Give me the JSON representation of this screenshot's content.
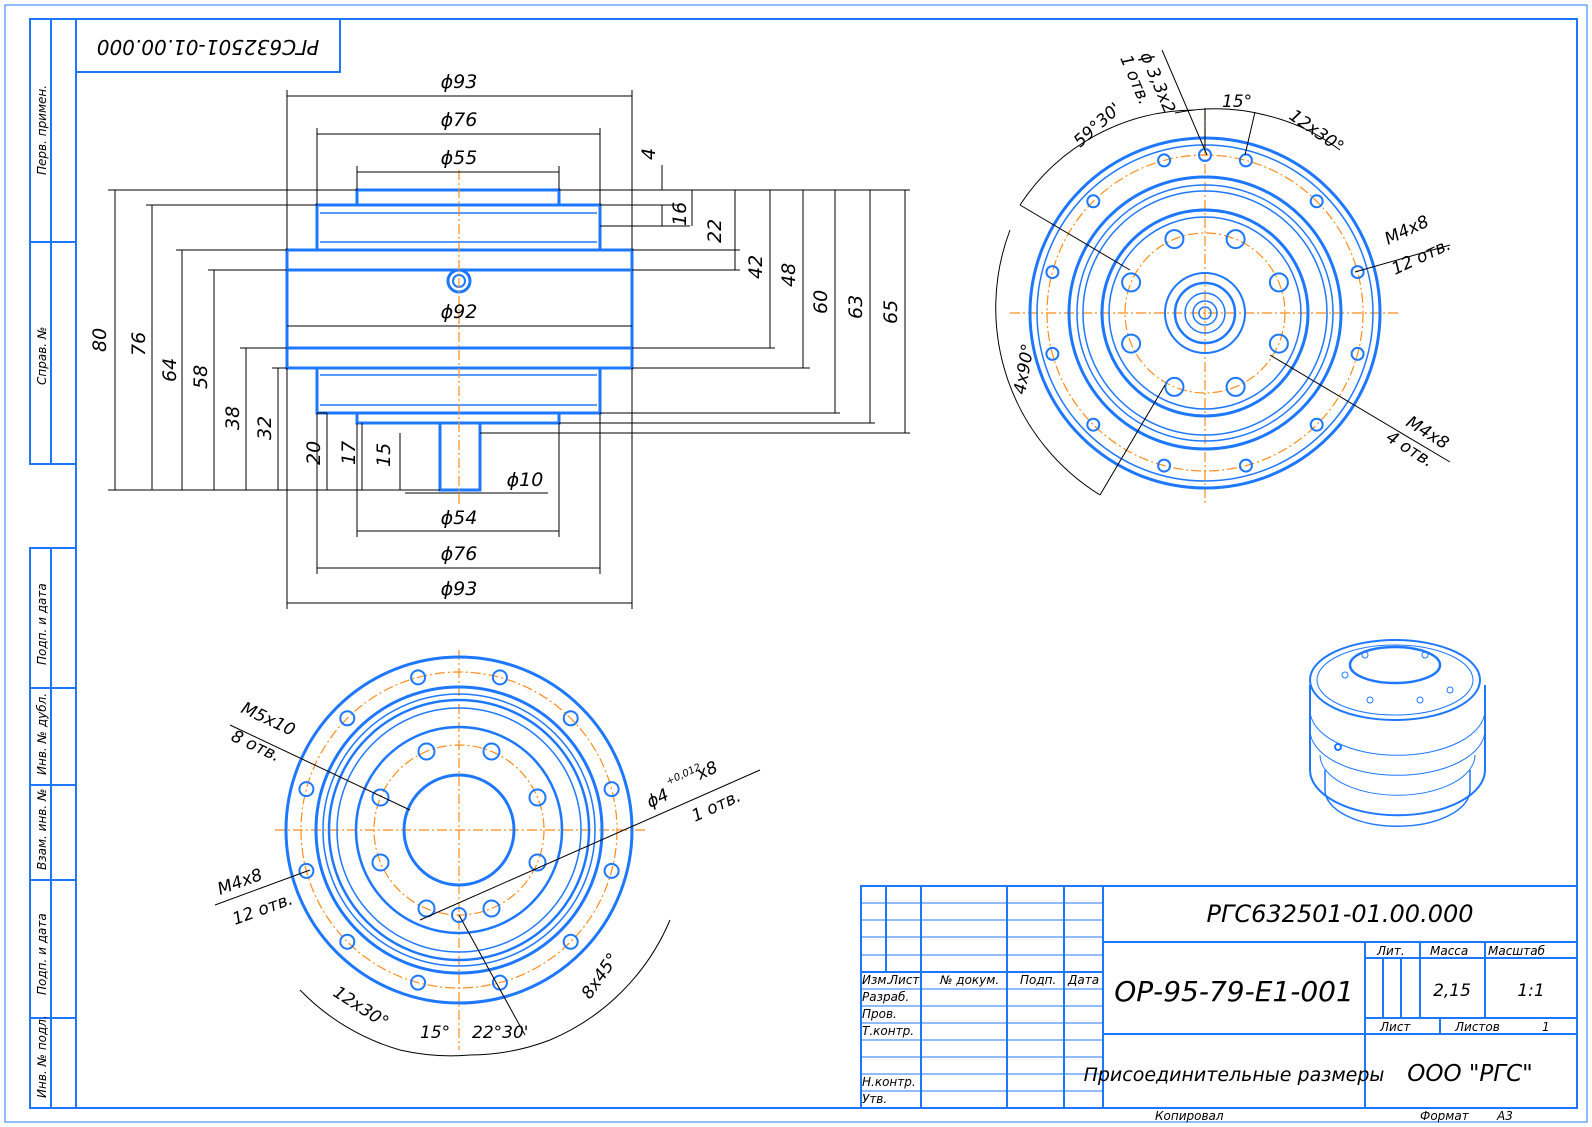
{
  "corner_stamp": "РГС632501-01.00.000",
  "side_labels": {
    "perv_primen": "Перв. примен.",
    "sprav_no": "Справ. №",
    "podp_data_1": "Подп. и дата",
    "inv_dubl": "Инв. № дубл.",
    "vzam_inv": "Взам. инв. №",
    "podp_data_2": "Подп. и дата",
    "inv_podl": "Инв. № подл."
  },
  "side_view": {
    "d93_top": "ϕ93",
    "d76_top": "ϕ76",
    "d55": "ϕ55",
    "d92": "ϕ92",
    "d10": "ϕ10",
    "d54": "ϕ54",
    "d76_bot": "ϕ76",
    "d93_bot": "ϕ93",
    "h4": "4",
    "h16": "16",
    "h22": "22",
    "h42": "42",
    "h48": "48",
    "h60": "60",
    "h63": "63",
    "h65": "65",
    "h80": "80",
    "h76": "76",
    "h64": "64",
    "h58": "58",
    "h38": "38",
    "h32": "32",
    "h20": "20",
    "h17": "17",
    "h15": "15"
  },
  "top_view": {
    "hole_a": "ϕ 3,3x2",
    "hole_a_count": "1 отв.",
    "ang_59": "59°30'",
    "ang_15": "15°",
    "ang_12x30": "12x30°",
    "thread_a": "M4x8",
    "thread_a_count": "12 отв.",
    "ang_4x90": "4x90°",
    "thread_b": "M4x8",
    "thread_b_count": "4 отв."
  },
  "bottom_view": {
    "thread_a": "M5x10",
    "thread_a_count": "8 отв.",
    "pin": "ϕ4",
    "pin_tol": "+0,012",
    "pin_mult": "x8",
    "pin_count": "1 отв.",
    "thread_b": "M4x8",
    "thread_b_count": "12 отв.",
    "ang_12x30": "12x30°",
    "ang_15": "15°",
    "ang_22": "22°30'",
    "ang_8x45": "8x45°"
  },
  "title_block": {
    "designation": "РГС632501-01.00.000",
    "doc_number": "ОР-95-79-Е1-001",
    "name": "Присоединительные размеры",
    "company": "ООО \"РГС\"",
    "col_izm": "Изм.",
    "col_list": "Лист",
    "col_docnum": "№ докум.",
    "col_podp": "Подп.",
    "col_data": "Дата",
    "row_razrab": "Разраб.",
    "row_prov": "Пров.",
    "row_tkontr": "Т.контр.",
    "row_nkontr": "Н.контр.",
    "row_utv": "Утв.",
    "lit": "Лит.",
    "massa": "Масса",
    "masshtab": "Масштаб",
    "massa_value": "2,15",
    "masshtab_value": "1:1",
    "list": "Лист",
    "listov": "Листов",
    "listov_value": "1",
    "kopiroval": "Копировал",
    "format": "Формат",
    "format_value": "A3"
  },
  "colors": {
    "geometry": "#1e78ff",
    "centerline": "#ff8c1a",
    "dimension": "#000000"
  }
}
